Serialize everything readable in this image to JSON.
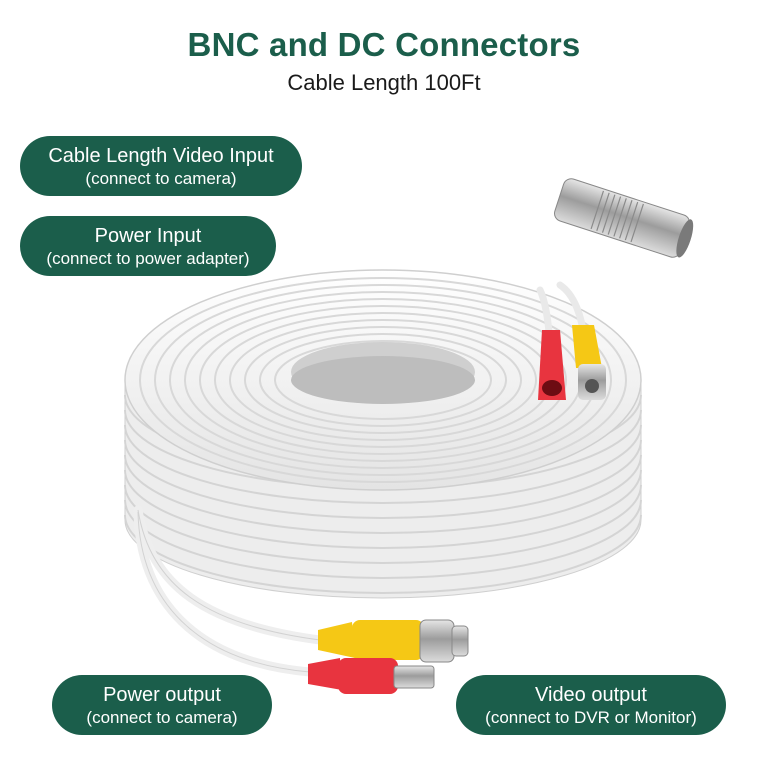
{
  "header": {
    "title": "BNC and DC Connectors",
    "subtitle": "Cable Length 100Ft"
  },
  "labels": {
    "video_input": {
      "main": "Cable Length Video Input",
      "sub": "(connect to camera)"
    },
    "power_input": {
      "main": "Power Input",
      "sub": "(connect to power adapter)"
    },
    "power_output": {
      "main": "Power output",
      "sub": "(connect to camera)"
    },
    "video_output": {
      "main": "Video output",
      "sub": "(connect to DVR or Monitor)"
    }
  },
  "colors": {
    "brand_green": "#1b5e4b",
    "cable_white": "#f2f2f2",
    "connector_red": "#e8343f",
    "connector_yellow": "#f5c815",
    "metal": "#b5b5b5"
  },
  "icons": [
    "cable-coil-illustration",
    "bnc-coupler-icon",
    "bnc-connector-icon",
    "dc-plug-icon"
  ]
}
